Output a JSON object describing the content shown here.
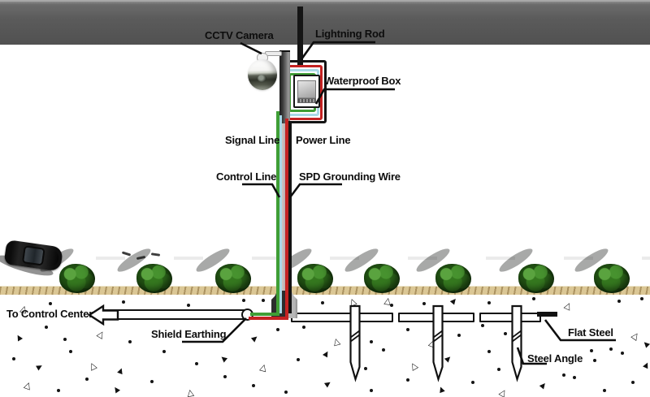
{
  "diagram": {
    "subject": "CCTV pole lightning protection and grounding schematic",
    "labels": {
      "cctv_camera": "CCTV Camera",
      "lightning_rod": "Lightning Rod",
      "waterproof_box": "Waterproof Box",
      "signal_line": "Signal Line",
      "power_line": "Power Line",
      "control_line": "Control Line",
      "spd_grounding_wire": "SPD Grounding Wire",
      "to_control_center": "To Control Center",
      "shield_earthing": "Shield Earthing",
      "flat_steel": "Flat Steel",
      "steel_angle": "Steel Angle"
    },
    "colors": {
      "green_wire": "#3f9e35",
      "blue_wire": "#a9d8e6",
      "red_wire": "#c42222",
      "black_wire": "#141414",
      "road": "#575757",
      "sand_curb": "#dbc795",
      "tree_foliage": "#204f12",
      "line_work": "#111111"
    },
    "icons": {
      "to_control_center_arrow": "left-arrow-icon"
    }
  }
}
